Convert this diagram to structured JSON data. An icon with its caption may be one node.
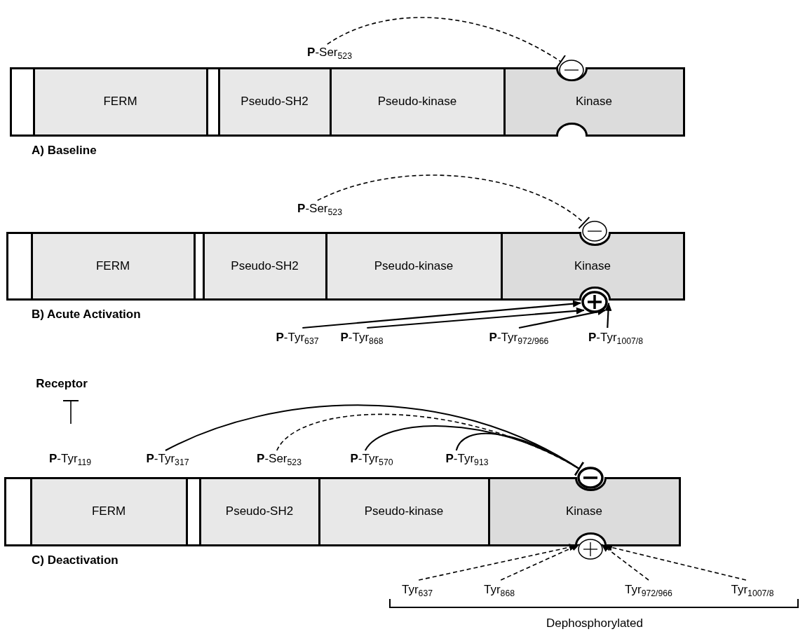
{
  "diagram": {
    "nodes": [
      {
        "text": [],
        "shape": "box"
      },
      {
        "text": [
          "FERM"
        ]
      },
      {
        "text": [],
        "shape": "box"
      },
      {
        "text": [
          "Pseudo-SH2"
        ]
      },
      {
        "text": [
          "Pseudo-kinase"
        ]
      },
      {
        "text": [
          "Kinase"
        ]
      },
      {
        "text": [],
        "shape": "circle"
      },
      {
        "text": [
          "**P**-Ser$_{523}$"
        ]
      },
      {
        "text": [],
        "shape": "box"
      },
      {
        "text": [
          "FERM"
        ]
      },
      {
        "text": [],
        "shape": "box"
      },
      {
        "text": [
          "Pseudo-SH2"
        ]
      },
      {
        "text": [
          "Pseudo-kinase"
        ]
      },
      {
        "text": [
          "Kinase"
        ]
      },
      {
        "text": [],
        "shape": "circle"
      },
      {
        "text": [
          "**P**-Ser$_{523}$"
        ]
      },
      {
        "text": [],
        "shape": "circle"
      },
      {
        "text": [
          "**P**-Tyr$_{637}$"
        ]
      },
      {
        "text": [
          "**P**-Tyr$_{868}$"
        ]
      },
      {
        "text": [
          "**P**-Tyr$_{972/966}$"
        ]
      },
      {
        "text": [
          "**P**-Tyr$_{1007/8}$"
        ]
      },
      {
        "text": [
          "Receptor"
        ]
      },
      {
        "text": [
          "**P**-Tyr$_{119}$"
        ]
      },
      {
        "text": [
          "**P**-Tyr$_{317}$"
        ]
      },
      {
        "text": [
          "**P**-Ser$_{523}$"
        ]
      },
      {
        "text": [
          "**P**-Tyr$_{570}$"
        ]
      },
      {
        "text": [
          "**P**-Tyr$_{913}$"
        ]
      },
      {
        "text": [],
        "shape": "box"
      },
      {
        "text": [
          "FERM"
        ]
      },
      {
        "text": [],
        "shape": "box"
      },
      {
        "text": [
          "Pseudo-SH2"
        ]
      },
      {
        "text": [
          "Pseudo-kinase"
        ]
      },
      {
        "text": [
          "Kinase"
        ]
      },
      {
        "text": [],
        "shape": "circle"
      },
      {
        "text": [],
        "shape": "circle"
      },
      {
        "text": [
          "Tyr$_{637}$"
        ]
      },
      {
        "text": [
          "Tyr$_{868}$"
        ]
      },
      {
        "text": [
          "Tyr$_{972/966}$"
        ]
      },
      {
        "text": [
          "Tyr$_{1007/8}$"
        ]
      }
    ],
    "edges": [
      {
        "from": 7,
        "to": 6,
        "arrow": "other",
        "style": "dashed"
      },
      {
        "from": 15,
        "to": 14,
        "arrow": "other",
        "style": "dashed"
      },
      {
        "from": 17,
        "to": 16,
        "arrow": "to"
      },
      {
        "from": 18,
        "to": 16,
        "arrow": "to"
      },
      {
        "from": 19,
        "to": 16,
        "arrow": "to"
      },
      {
        "from": 20,
        "to": 16,
        "arrow": "to"
      },
      {
        "from": 22,
        "to": 21,
        "arrow": "other"
      },
      {
        "from": 23,
        "to": 33,
        "arrow": "other"
      },
      {
        "from": 24,
        "to": 33,
        "arrow": "other",
        "style": "dashed"
      },
      {
        "from": 25,
        "to": 33,
        "arrow": "other"
      },
      {
        "from": 26,
        "to": 33,
        "arrow": "other"
      },
      {
        "from": 35,
        "to": 34,
        "arrow": "to",
        "style": "dashed"
      },
      {
        "from": 36,
        "to": 34,
        "arrow": "to",
        "style": "dashed"
      },
      {
        "from": 37,
        "to": 34,
        "arrow": "to",
        "style": "dashed"
      },
      {
        "from": 38,
        "to": 34,
        "arrow": "to",
        "style": "dashed"
      }
    ],
    "labels": [
      "A) Baseline",
      "B) Acute Activation",
      "C) Deactivation",
      "Dephosphorylated"
    ]
  }
}
